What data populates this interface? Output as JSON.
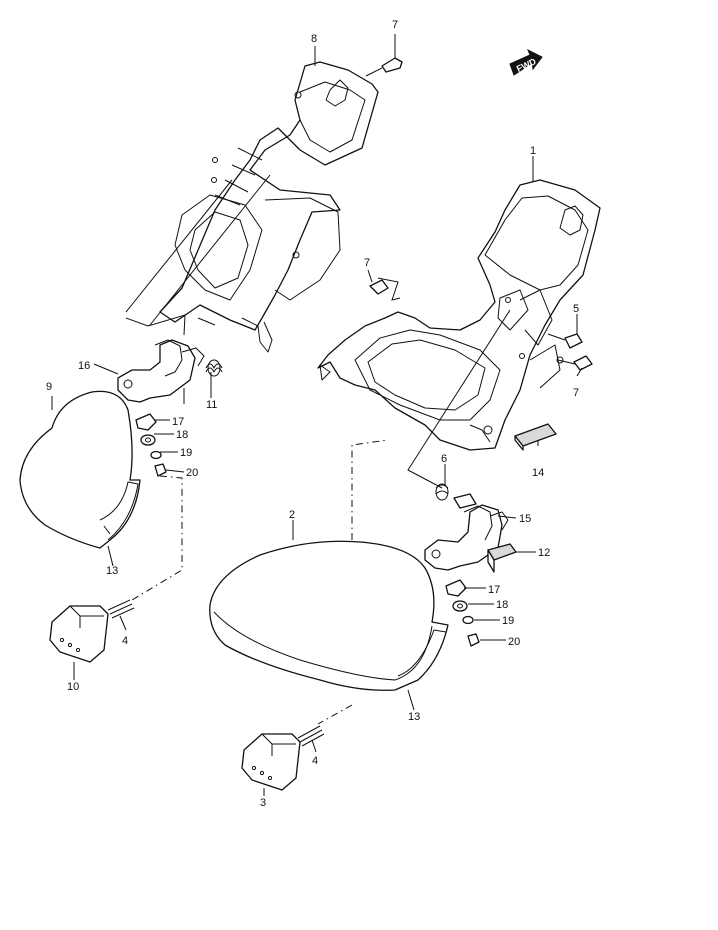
{
  "fwd_label": "FWD",
  "callouts": {
    "c1": "1",
    "c2": "2",
    "c3": "3",
    "c4a": "4",
    "c4b": "4",
    "c5": "5",
    "c6": "6",
    "c7a": "7",
    "c7b": "7",
    "c7c": "7",
    "c8": "8",
    "c9": "9",
    "c10": "10",
    "c11": "11",
    "c12": "12",
    "c13a": "13",
    "c13b": "13",
    "c14": "14",
    "c15": "15",
    "c16": "16",
    "c17a": "17",
    "c17b": "17",
    "c18a": "18",
    "c18b": "18",
    "c19a": "19",
    "c19b": "19",
    "c20a": "20",
    "c20b": "20"
  }
}
